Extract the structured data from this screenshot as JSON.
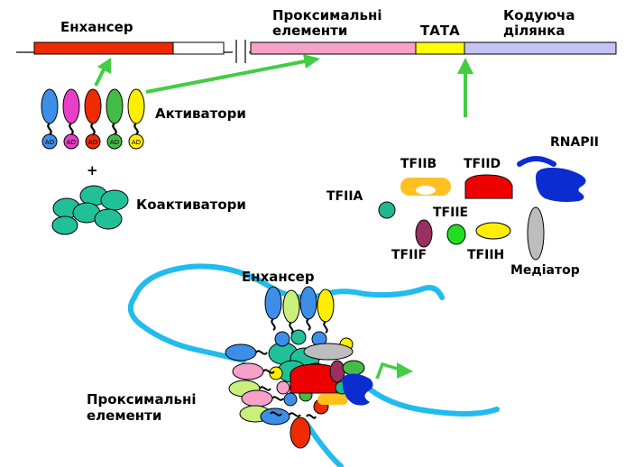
{
  "labels": {
    "enhancer_top": "Енхансер",
    "proximal_top_1": "Проксимальні",
    "proximal_top_2": "елементи",
    "tata": "ТАТА",
    "coding_1": "Кодуюча",
    "coding_2": "ділянка",
    "activators": "Активатори",
    "plus": "+",
    "coactivators": "Коактиватори",
    "ad": "AD",
    "tfiib": "TFIIB",
    "tfiid": "TFIID",
    "rnapii": "RNAPII",
    "tfiia": "TFIIA",
    "tfiie": "TFIIE",
    "tfiif": "TFIIF",
    "tfiih": "TFIIH",
    "mediator": "Медіатор",
    "enhancer_bottom": "Енхансер",
    "proximal_bottom_1": "Проксимальні",
    "proximal_bottom_2": "елементи"
  },
  "colors": {
    "enhancer_region": "#ee2a00",
    "proximal_region": "#f7a1c8",
    "tata_region": "#ffff00",
    "coding_region": "#c3c3f5",
    "arrow": "#44cc44",
    "dna_loop": "#22bbee",
    "activator_blue": "#3d8ee8",
    "activator_magenta": "#e83ec8",
    "activator_red": "#ee2a00",
    "activator_green": "#44bb44",
    "activator_yellow": "#ffee00",
    "coactivator": "#22c098",
    "tfiib": "#ffc020",
    "tfiid": "#ee0000",
    "rnapii": "#0a2cd0",
    "tfiia": "#20b890",
    "tfiie": "#ffee00",
    "tfiif": "#9a3060",
    "tfiih": "#ffee00",
    "mediator": "#bdbdbd"
  }
}
